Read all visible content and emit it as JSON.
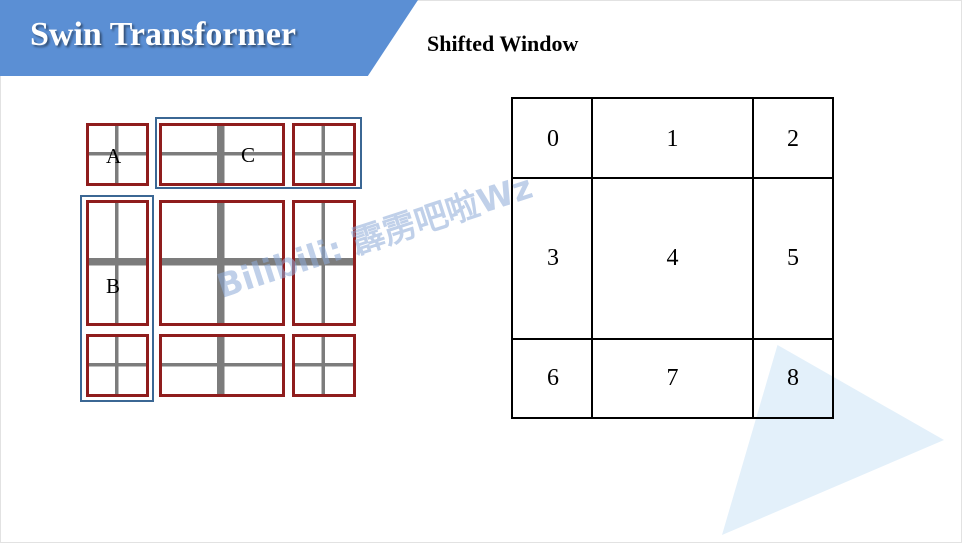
{
  "slide": {
    "title": "Swin Transformer",
    "subtitle": "Shifted Window",
    "watermark": "Bilibili: 霹雳吧啦Wz"
  },
  "image_diagram": {
    "labels": {
      "a": "A",
      "b": "B",
      "c": "C"
    }
  },
  "window_grid": {
    "cells": [
      "0",
      "1",
      "2",
      "3",
      "4",
      "5",
      "6",
      "7",
      "8"
    ]
  },
  "colors": {
    "banner": "#5b8fd4",
    "window_border_red": "#8f1d1d",
    "group_border_blue": "#3b6794",
    "decor_triangle": "#e3f0fa"
  }
}
